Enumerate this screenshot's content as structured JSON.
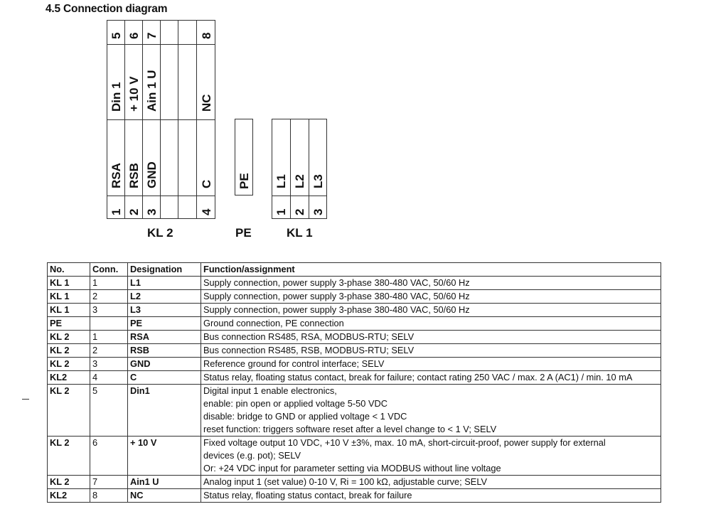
{
  "section_title": "4.5 Connection diagram",
  "diagram": {
    "kl2": {
      "label": "KL 2",
      "top_numbers": [
        "5",
        "6",
        "7",
        "",
        "",
        "8"
      ],
      "top_designations": [
        "Din 1",
        "+ 10 V",
        "Ain 1 U",
        "",
        "",
        "NC"
      ],
      "bottom_designations": [
        "RSA",
        "RSB",
        "GND",
        "",
        "",
        "C"
      ],
      "bottom_numbers": [
        "1",
        "2",
        "3",
        "",
        "",
        "4"
      ]
    },
    "pe": {
      "label": "PE",
      "designation": "PE"
    },
    "kl1": {
      "label": "KL 1",
      "designations": [
        "L1",
        "L2",
        "L3"
      ],
      "numbers": [
        "1",
        "2",
        "3"
      ]
    }
  },
  "table": {
    "headers": [
      "No.",
      "Conn.",
      "Designation",
      "Function/assignment"
    ],
    "rows": [
      {
        "no": "KL 1",
        "conn": "1",
        "designation": "L1",
        "function": [
          "Supply connection, power supply 3-phase 380-480 VAC, 50/60 Hz"
        ]
      },
      {
        "no": "KL 1",
        "conn": "2",
        "designation": "L2",
        "function": [
          "Supply connection, power supply 3-phase 380-480 VAC, 50/60 Hz"
        ]
      },
      {
        "no": "KL 1",
        "conn": "3",
        "designation": "L3",
        "function": [
          "Supply connection, power supply 3-phase 380-480 VAC, 50/60 Hz"
        ]
      },
      {
        "no": "PE",
        "conn": "",
        "designation": "PE",
        "function": [
          "Ground connection, PE connection"
        ]
      },
      {
        "no": "KL 2",
        "conn": "1",
        "designation": "RSA",
        "function": [
          "Bus connection RS485, RSA, MODBUS-RTU; SELV"
        ]
      },
      {
        "no": "KL 2",
        "conn": "2",
        "designation": "RSB",
        "function": [
          "Bus connection RS485, RSB, MODBUS-RTU; SELV"
        ]
      },
      {
        "no": "KL 2",
        "conn": "3",
        "designation": "GND",
        "function": [
          "Reference ground for control interface; SELV"
        ]
      },
      {
        "no": "KL2",
        "conn": "4",
        "designation": "C",
        "function": [
          "Status relay, floating status contact, break for failure; contact rating 250 VAC / max. 2 A (AC1) / min. 10 mA"
        ]
      },
      {
        "no": "KL 2",
        "conn": "5",
        "designation": "Din1",
        "function": [
          "Digital input 1 enable electronics,",
          "enable: pin open or applied voltage 5-50 VDC",
          "disable: bridge to GND or applied voltage < 1 VDC",
          "reset function: triggers software reset after a level change to < 1 V; SELV"
        ]
      },
      {
        "no": "KL 2",
        "conn": "6",
        "designation": "+ 10 V",
        "function": [
          "Fixed voltage output 10 VDC, +10 V ±3%, max. 10 mA, short-circuit-proof, power supply for external",
          "devices (e.g. pot); SELV",
          "Or: +24 VDC input for parameter setting via MODBUS without line voltage"
        ]
      },
      {
        "no": "KL 2",
        "conn": "7",
        "designation": "Ain1 U",
        "function": [
          "Analog input 1 (set value) 0-10 V, Ri = 100 kΩ, adjustable curve; SELV"
        ]
      },
      {
        "no": "KL2",
        "conn": "8",
        "designation": "NC",
        "function": [
          "Status relay, floating status contact, break for failure"
        ]
      }
    ]
  }
}
